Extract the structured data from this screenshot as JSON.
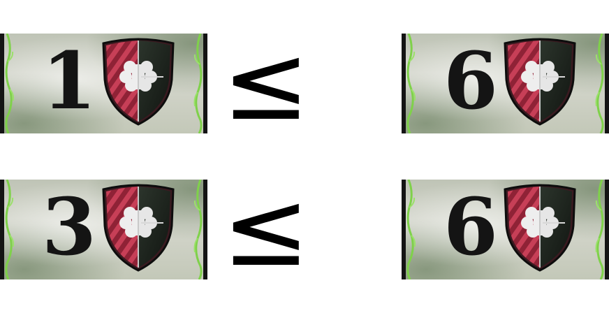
{
  "rows": [
    {
      "left_card": {
        "value": "1",
        "shield": "red-black-clover-shield"
      },
      "comparator": "≤",
      "right_card": {
        "value": "6",
        "shield": "red-black-clover-shield"
      }
    },
    {
      "left_card": {
        "value": "3",
        "shield": "red-black-clover-shield"
      },
      "comparator": "≤",
      "right_card": {
        "value": "6",
        "shield": "red-black-clover-shield"
      }
    }
  ],
  "colors": {
    "number": "#141414",
    "shield_red": "#b8324a",
    "shield_black": "#1c231c",
    "vine_green": "#7fd14a"
  }
}
